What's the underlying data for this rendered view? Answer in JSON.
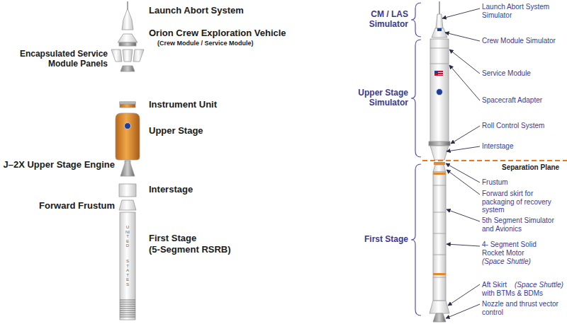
{
  "diagram": {
    "labels": [
      "Launch Abort System",
      "Orion Crew Exploration Vehicle",
      "(Crew Module / Service Module)",
      "Encapsulated Service Module Panels",
      "Instrument Unit",
      "Upper Stage",
      "J–2X Upper Stage Engine",
      "Interstage",
      "Forward Frustum",
      "First Stage",
      "(5-Segment RSRB)",
      "UNITED",
      "STATES",
      "CM / LAS Simulator",
      "Upper Stage Simulator",
      "First Stage",
      "Launch Abort System Simulator",
      "Crew Module Simulator",
      "Service Module",
      "Spacecraft Adapter",
      "Roll Control System",
      "Interstage",
      "Separation Plane",
      "Frustum",
      "Forward skirt for packaging of recovery system",
      "5th Segment Simulator and Avionics",
      "4- Segment Solid Rocket Motor",
      "(Space Shuttle)",
      "Aft Skirt",
      "(Space Shuttle)",
      "with BTMs & BDMs",
      "Nozzle and thrust vector control"
    ]
  }
}
